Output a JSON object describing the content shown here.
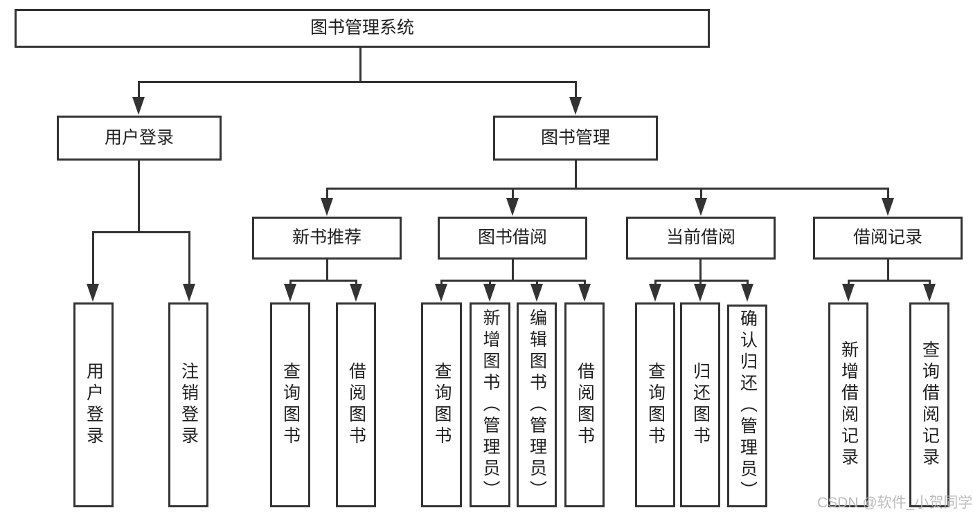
{
  "nodes": {
    "root": {
      "label": "图书管理系统"
    },
    "user_login": {
      "label": "用户登录"
    },
    "book_management": {
      "label": "图书管理"
    },
    "new_book_recommend": {
      "label": "新书推荐"
    },
    "book_borrowing": {
      "label": "图书借阅"
    },
    "current_borrowing": {
      "label": "当前借阅"
    },
    "borrowing_records": {
      "label": "借阅记录"
    },
    "user_login_leaf": {
      "label": "用户登录"
    },
    "logout_leaf": {
      "label": "注销登录"
    },
    "nb_query_books": {
      "label": "查询图书"
    },
    "nb_borrow_books": {
      "label": "借阅图书"
    },
    "bb_query_books": {
      "label": "查询图书"
    },
    "bb_add_books": {
      "label": "新增图书（管理员）"
    },
    "bb_edit_books": {
      "label": "编辑图书（管理员）"
    },
    "bb_borrow_books": {
      "label": "借阅图书"
    },
    "cb_query_books": {
      "label": "查询图书"
    },
    "cb_return_books": {
      "label": "归还图书"
    },
    "cb_confirm_return": {
      "label": "确认归还（管理员）"
    },
    "br_add_record": {
      "label": "新增借阅记录"
    },
    "br_query_record": {
      "label": "查询借阅记录"
    }
  },
  "hierarchy": {
    "root": {
      "user_login": [
        "user_login_leaf",
        "logout_leaf"
      ],
      "book_management": {
        "new_book_recommend": [
          "nb_query_books",
          "nb_borrow_books"
        ],
        "book_borrowing": [
          "bb_query_books",
          "bb_add_books",
          "bb_edit_books",
          "bb_borrow_books"
        ],
        "current_borrowing": [
          "cb_query_books",
          "cb_return_books",
          "cb_confirm_return"
        ],
        "borrowing_records": [
          "br_add_record",
          "br_query_record"
        ]
      }
    }
  },
  "watermark": {
    "text": "CSDN @软件_小贺同学"
  },
  "colors": {
    "line": "#333333",
    "box_border": "#333333",
    "text": "#1f1f1f",
    "watermark": "#b5b5b5",
    "background": "#ffffff"
  }
}
